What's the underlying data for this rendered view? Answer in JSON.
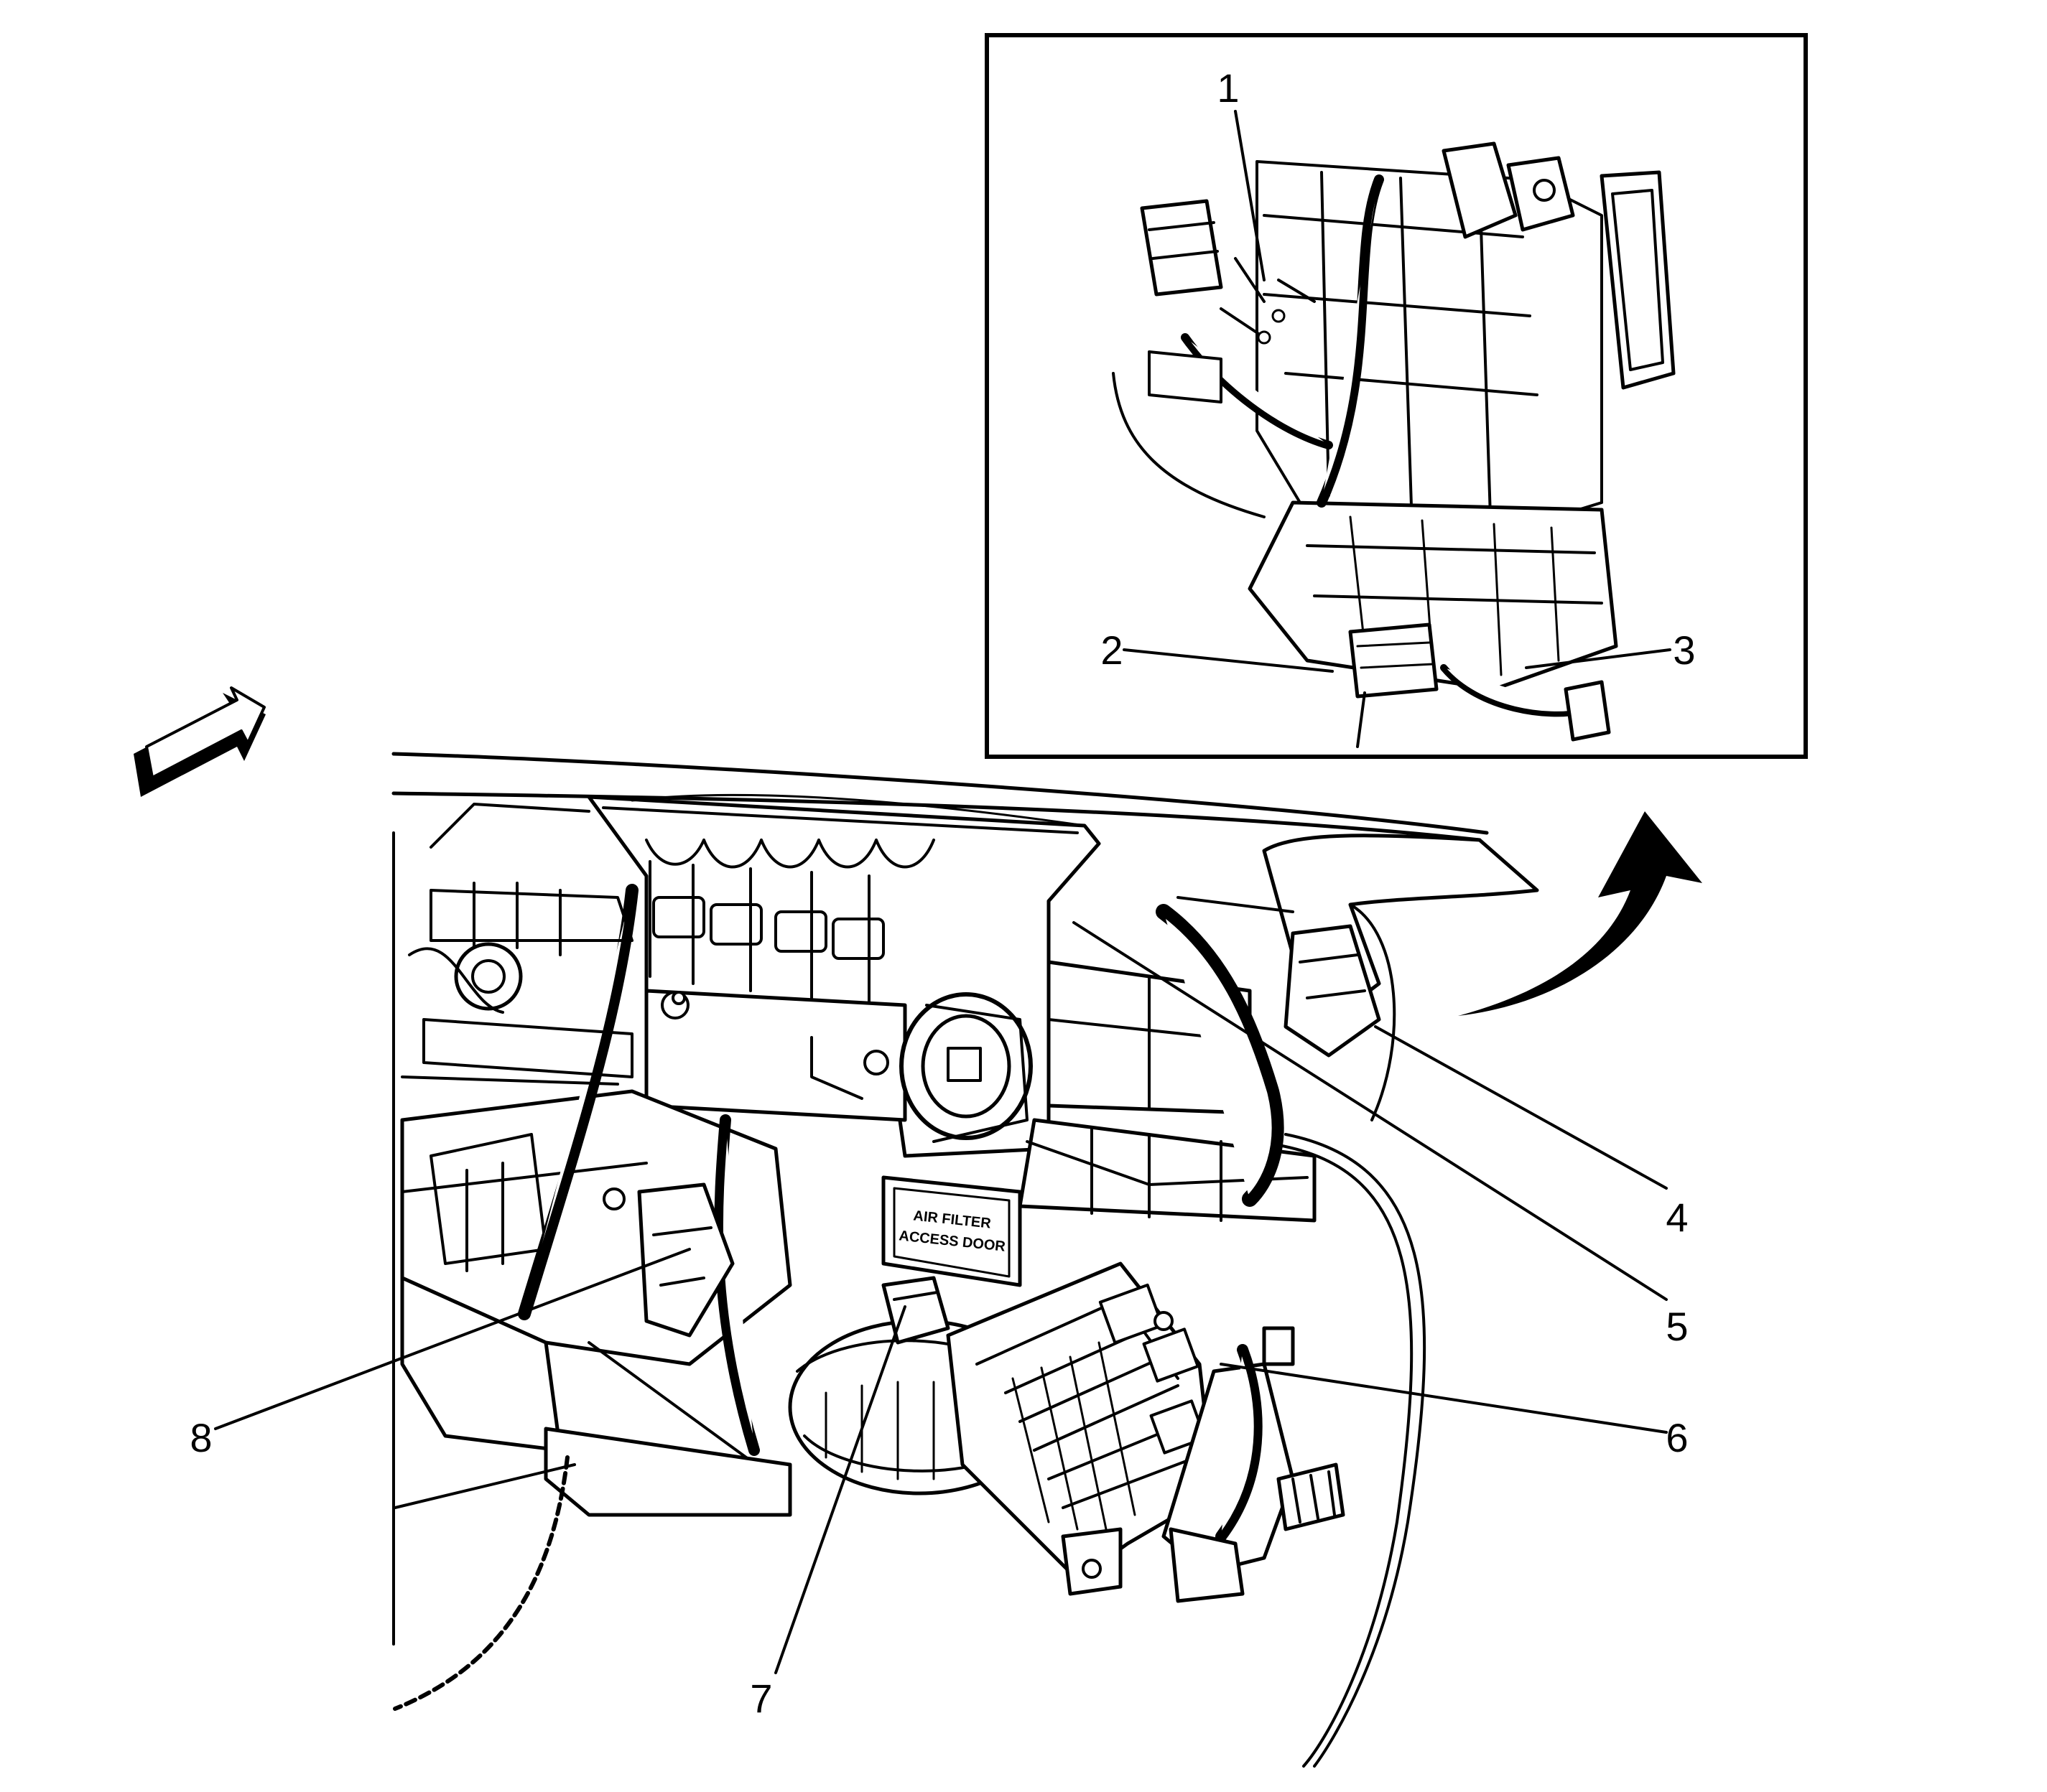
{
  "callouts": [
    "1",
    "2",
    "3",
    "4",
    "5",
    "6",
    "7",
    "8"
  ],
  "decals": {
    "main_line1": "AIR FILTER",
    "main_line2": "ACCESS DOOR"
  },
  "colors": {
    "ink": "#000000",
    "paper": "#ffffff"
  }
}
